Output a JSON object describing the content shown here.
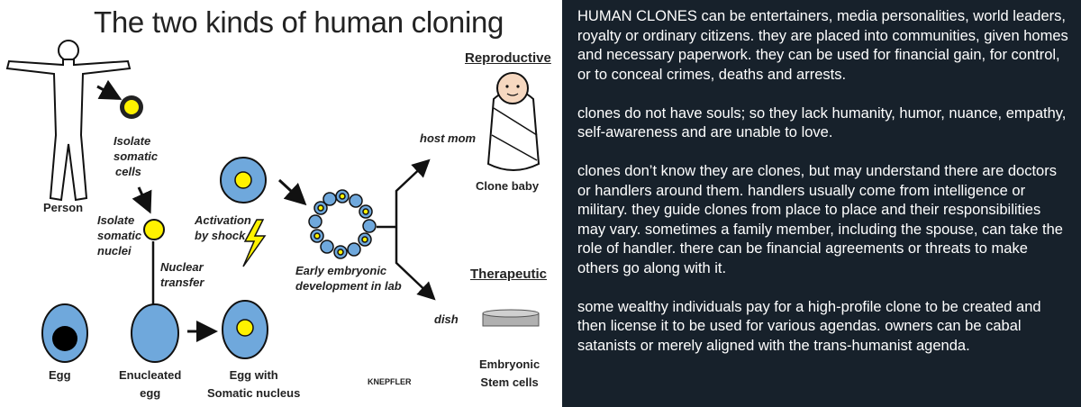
{
  "diagram": {
    "title": "The two kinds of human cloning",
    "sections": {
      "reproductive": "Reproductive",
      "therapeutic": "Therapeutic"
    },
    "labels": {
      "person": "Person",
      "isolate_cells": [
        "Isolate",
        "somatic",
        "cells"
      ],
      "isolate_nuclei": [
        "Isolate",
        "somatic",
        "nuclei"
      ],
      "nuclear_transfer": [
        "Nuclear",
        "transfer"
      ],
      "activation": [
        "Activation",
        "by shock"
      ],
      "early_dev": [
        "Early embryonic",
        "development in lab"
      ],
      "host_mom": "host mom",
      "clone_baby": "Clone baby",
      "dish": "dish",
      "embryonic": [
        "Embryonic",
        "Stem cells"
      ],
      "egg": "Egg",
      "enucleated": [
        "Enucleated",
        "egg"
      ],
      "egg_with": [
        "Egg with",
        "Somatic nucleus"
      ],
      "credit": "KNEPFLER"
    },
    "colors": {
      "cell_blue": "#6fa8dc",
      "nucleus_yellow": "#fff200",
      "egg_nucleus": "#000000"
    }
  },
  "text": {
    "paragraphs": [
      "HUMAN CLONES  can be entertainers, media personalities, world leaders, royalty or ordinary citizens. they are placed into communities, given homes and necessary paperwork. they can be used for financial gain, for control, or to conceal crimes, deaths and arrests.",
      "clones do not have souls; so they lack humanity, humor, nuance, empathy, self-awareness and are unable to love.",
      "clones don’t know they are clones, but may understand there are doctors or handlers around them. handlers usually come from intelligence or military. they guide clones from place to place and their responsibilities may vary. sometimes a family member, including the spouse, can take the role of handler. there can be financial agreements or threats to make others go along with it.",
      "some wealthy individuals pay for a high-profile clone to be created and then license it to be used for various agendas. owners can be cabal satanists or merely aligned with the trans-humanist agenda."
    ]
  }
}
